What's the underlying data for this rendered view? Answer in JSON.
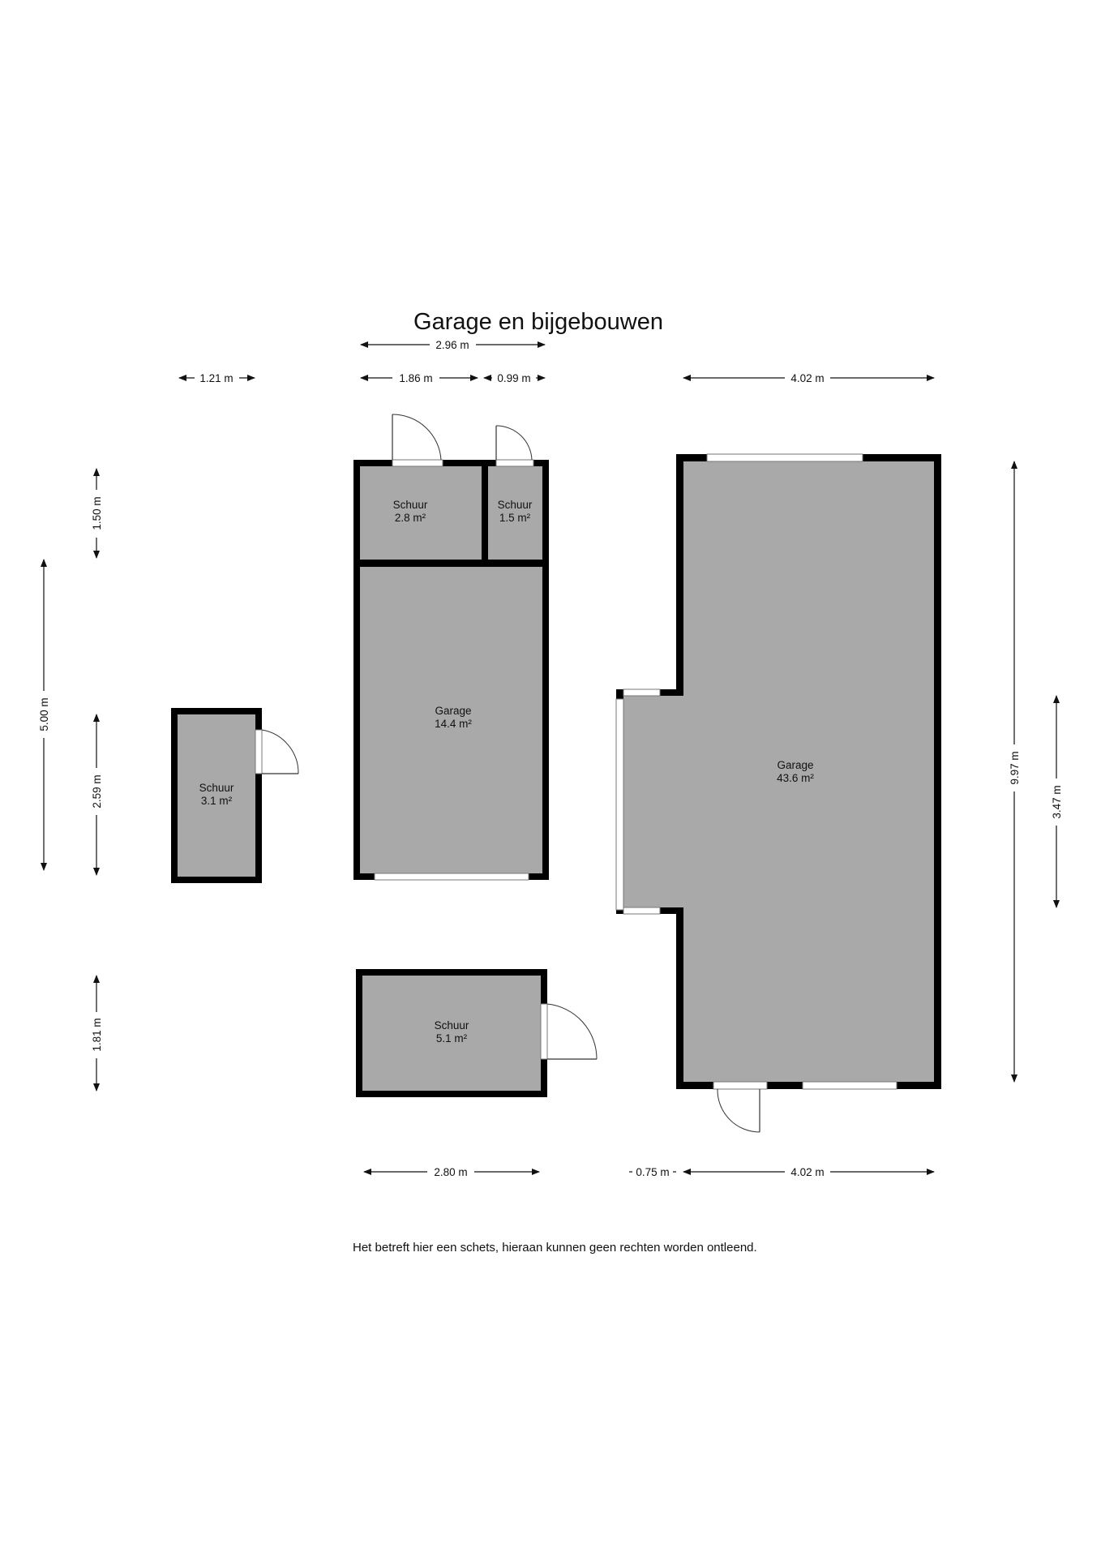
{
  "title": "Garage en bijgebouwen",
  "footer": "Het betreft hier een schets, hieraan kunnen geen rechten worden ontleend.",
  "rooms": {
    "shed_left": {
      "name": "Schuur",
      "area": "3.1 m²"
    },
    "shed_top_a": {
      "name": "Schuur",
      "area": "2.8 m²"
    },
    "shed_top_b": {
      "name": "Schuur",
      "area": "1.5 m²"
    },
    "garage_small": {
      "name": "Garage",
      "area": "14.4 m²"
    },
    "shed_bottom": {
      "name": "Schuur",
      "area": "5.1 m²"
    },
    "garage_large": {
      "name": "Garage",
      "area": "43.6 m²"
    }
  },
  "dimensions": {
    "d_296": "2.96 m",
    "d_121": "1.21 m",
    "d_186": "1.86 m",
    "d_099": "0.99 m",
    "d_402_top": "4.02 m",
    "d_150": "1.50 m",
    "d_500": "5.00 m",
    "d_259": "2.59 m",
    "d_181": "1.81 m",
    "d_997": "9.97 m",
    "d_347": "3.47 m",
    "d_280": "2.80 m",
    "d_075": "0.75 m",
    "d_402_bottom": "4.02 m"
  },
  "colors": {
    "wall": "#000000",
    "floor": "#a9a9a9",
    "background": "#ffffff"
  }
}
